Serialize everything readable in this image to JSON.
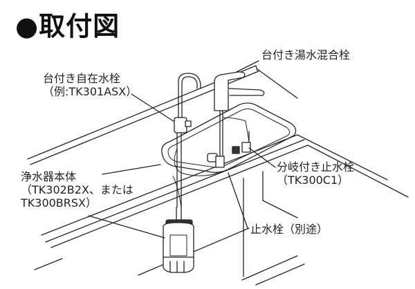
{
  "title": "●取付図",
  "labels": {
    "mixing_faucet": "台付き湯水混合栓",
    "standalone_faucet_line1": "台付き自在水栓",
    "standalone_faucet_line2": "（例:TK301ASX）",
    "purifier_line1": "浄水器本体",
    "purifier_line2": "（TK302B2X、または",
    "purifier_line3": "TK300BRSX）",
    "branch_valve_line1": "分岐付き止水栓",
    "branch_valve_line2": "（TK300C1）",
    "stop_valve": "止水栓（別途）"
  }
}
